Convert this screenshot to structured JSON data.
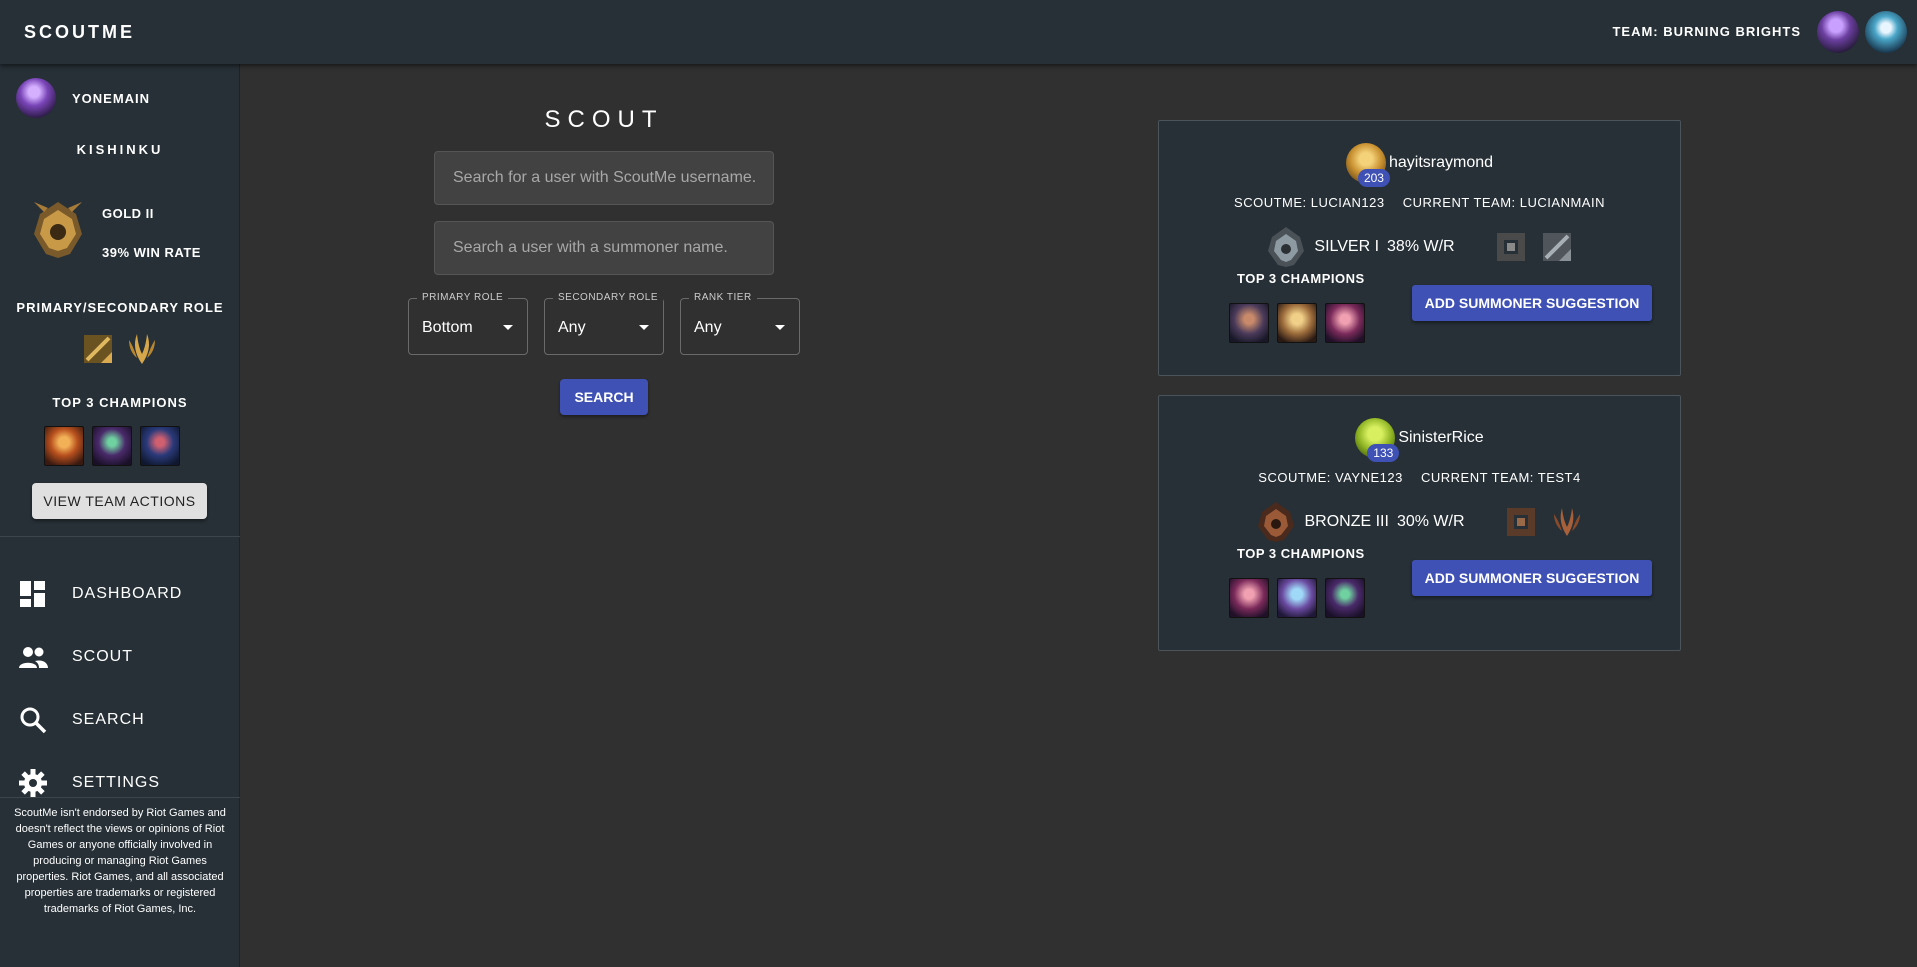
{
  "app": {
    "brand": "SCOUTME",
    "team_label": "TEAM: BURNING BRIGHTS"
  },
  "sidebar": {
    "username": "YONEMAIN",
    "summoner": "KISHINKU",
    "rank": "GOLD II",
    "win_rate": "39% WIN RATE",
    "roles_label": "PRIMARY/SECONDARY ROLE",
    "top3_label": "TOP 3 CHAMPIONS",
    "view_team_label": "VIEW TEAM ACTIONS",
    "nav": [
      {
        "label": "DASHBOARD",
        "icon": "dashboard-icon"
      },
      {
        "label": "SCOUT",
        "icon": "people-icon"
      },
      {
        "label": "SEARCH",
        "icon": "search-icon"
      },
      {
        "label": "SETTINGS",
        "icon": "gear-icon"
      }
    ],
    "disclaimer": "ScoutMe isn't endorsed by Riot Games and doesn't reflect the views or opinions of Riot Games or anyone officially involved in producing or managing Riot Games properties. Riot Games, and all associated properties are trademarks or registered trademarks of Riot Games, Inc."
  },
  "scout": {
    "title": "SCOUT",
    "username_placeholder": "Search for a user with ScoutMe username.",
    "summoner_placeholder": "Search a user with a summoner name.",
    "filters": [
      {
        "label": "PRIMARY ROLE",
        "value": "Bottom"
      },
      {
        "label": "SECONDARY ROLE",
        "value": "Any"
      },
      {
        "label": "RANK TIER",
        "value": "Any"
      }
    ],
    "search_label": "SEARCH"
  },
  "results": [
    {
      "name": "hayitsraymond",
      "level": "203",
      "scoutme": "SCOUTME: LUCIAN123",
      "team": "CURRENT TEAM: LUCIANMAIN",
      "rank": "SILVER I",
      "winrate": "38% W/R",
      "top3_label": "TOP 3 CHAMPIONS",
      "suggest_label": "ADD SUMMONER SUGGESTION"
    },
    {
      "name": "SinisterRice",
      "level": "133",
      "scoutme": "SCOUTME: VAYNE123",
      "team": "CURRENT TEAM: TEST4",
      "rank": "BRONZE III",
      "winrate": "30% W/R",
      "top3_label": "TOP 3 CHAMPIONS",
      "suggest_label": "ADD SUMMONER SUGGESTION"
    }
  ],
  "colors": {
    "primary": "#3f51b5",
    "appbar": "#263036",
    "background": "#303030"
  }
}
